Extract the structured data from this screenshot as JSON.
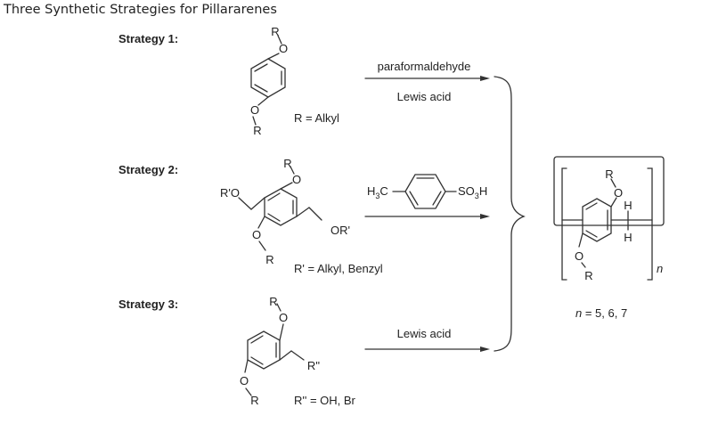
{
  "title": "Three Synthetic Strategies for Pillararenes",
  "strategies": [
    {
      "label": "Strategy 1:",
      "reagent_top": "paraformaldehyde",
      "reagent_bottom": "Lewis acid",
      "substituent_note": "R = Alkyl"
    },
    {
      "label": "Strategy 2:",
      "reagent_top": "H3C–C6H4–SO3H",
      "reagent_bottom": "",
      "substituent_note": "R' = Alkyl, Benzyl"
    },
    {
      "label": "Strategy 3:",
      "reagent_top": "Lewis acid",
      "reagent_bottom": "",
      "substituent_note": "R'' = OH, Br"
    }
  ],
  "product": {
    "subscript": "n",
    "n_values": "n = 5, 6, 7",
    "n_symbol": "n",
    "n_values_rest": " = 5, 6, 7"
  },
  "atoms": {
    "R": "R",
    "O": "O",
    "H": "H",
    "R_prime_O": "R'O",
    "OR_prime": "OR'",
    "R_double_prime": "R''",
    "H3C_main": "H",
    "H3C_sub": "3",
    "H3C_tail": "C",
    "SO3H_head": "SO",
    "SO3H_sub": "3",
    "SO3H_tail": "H"
  }
}
